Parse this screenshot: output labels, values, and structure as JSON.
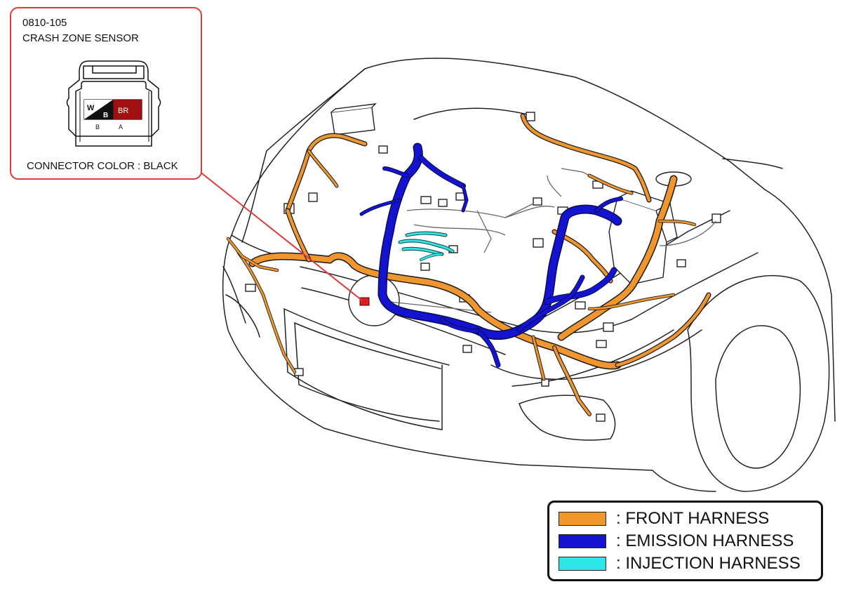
{
  "callout": {
    "code": "0810-105",
    "name": "CRASH ZONE SENSOR",
    "pins": [
      {
        "wire": "W",
        "sub": "B",
        "pin": "B"
      },
      {
        "wire": "BR",
        "pin": "A"
      }
    ],
    "connector_color": "CONNECTOR COLOR : BLACK"
  },
  "legend": {
    "items": [
      {
        "label": ": FRONT HARNESS",
        "color": "#f0962e"
      },
      {
        "label": ": EMISSION HARNESS",
        "color": "#1414d0"
      },
      {
        "label": ": INJECTION HARNESS",
        "color": "#2ee6e6"
      }
    ]
  },
  "colors": {
    "front": "#f0962e",
    "emission": "#1414d0",
    "injection": "#2ee6e6",
    "leader": "#e23a3a",
    "sensor": "#d42020",
    "wire_br": "#a01010"
  }
}
